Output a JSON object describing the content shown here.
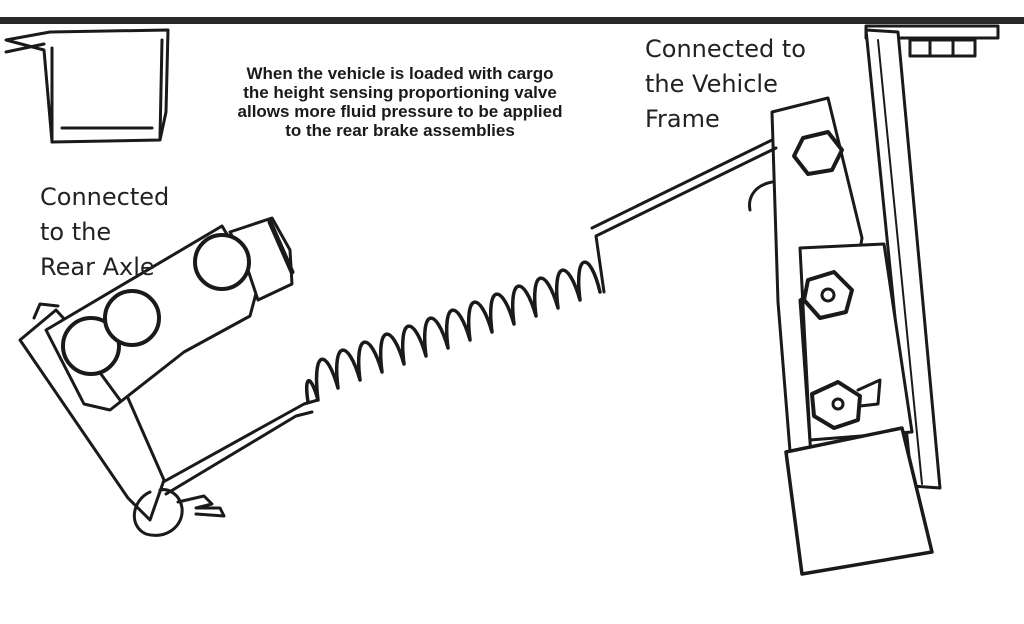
{
  "caption": {
    "lines": [
      "When the vehicle is loaded with cargo",
      "the height sensing proportioning valve",
      "allows more fluid pressure to be applied",
      "to the rear brake assemblies"
    ]
  },
  "labels": {
    "rear_axle": [
      "Connected",
      "to the",
      "Rear Axle"
    ],
    "vehicle_frame": [
      "Connected to",
      "the Vehicle",
      "Frame"
    ]
  },
  "colors": {
    "line": "#1a1a1a",
    "background": "#ffffff",
    "fill": "#ffffff"
  }
}
